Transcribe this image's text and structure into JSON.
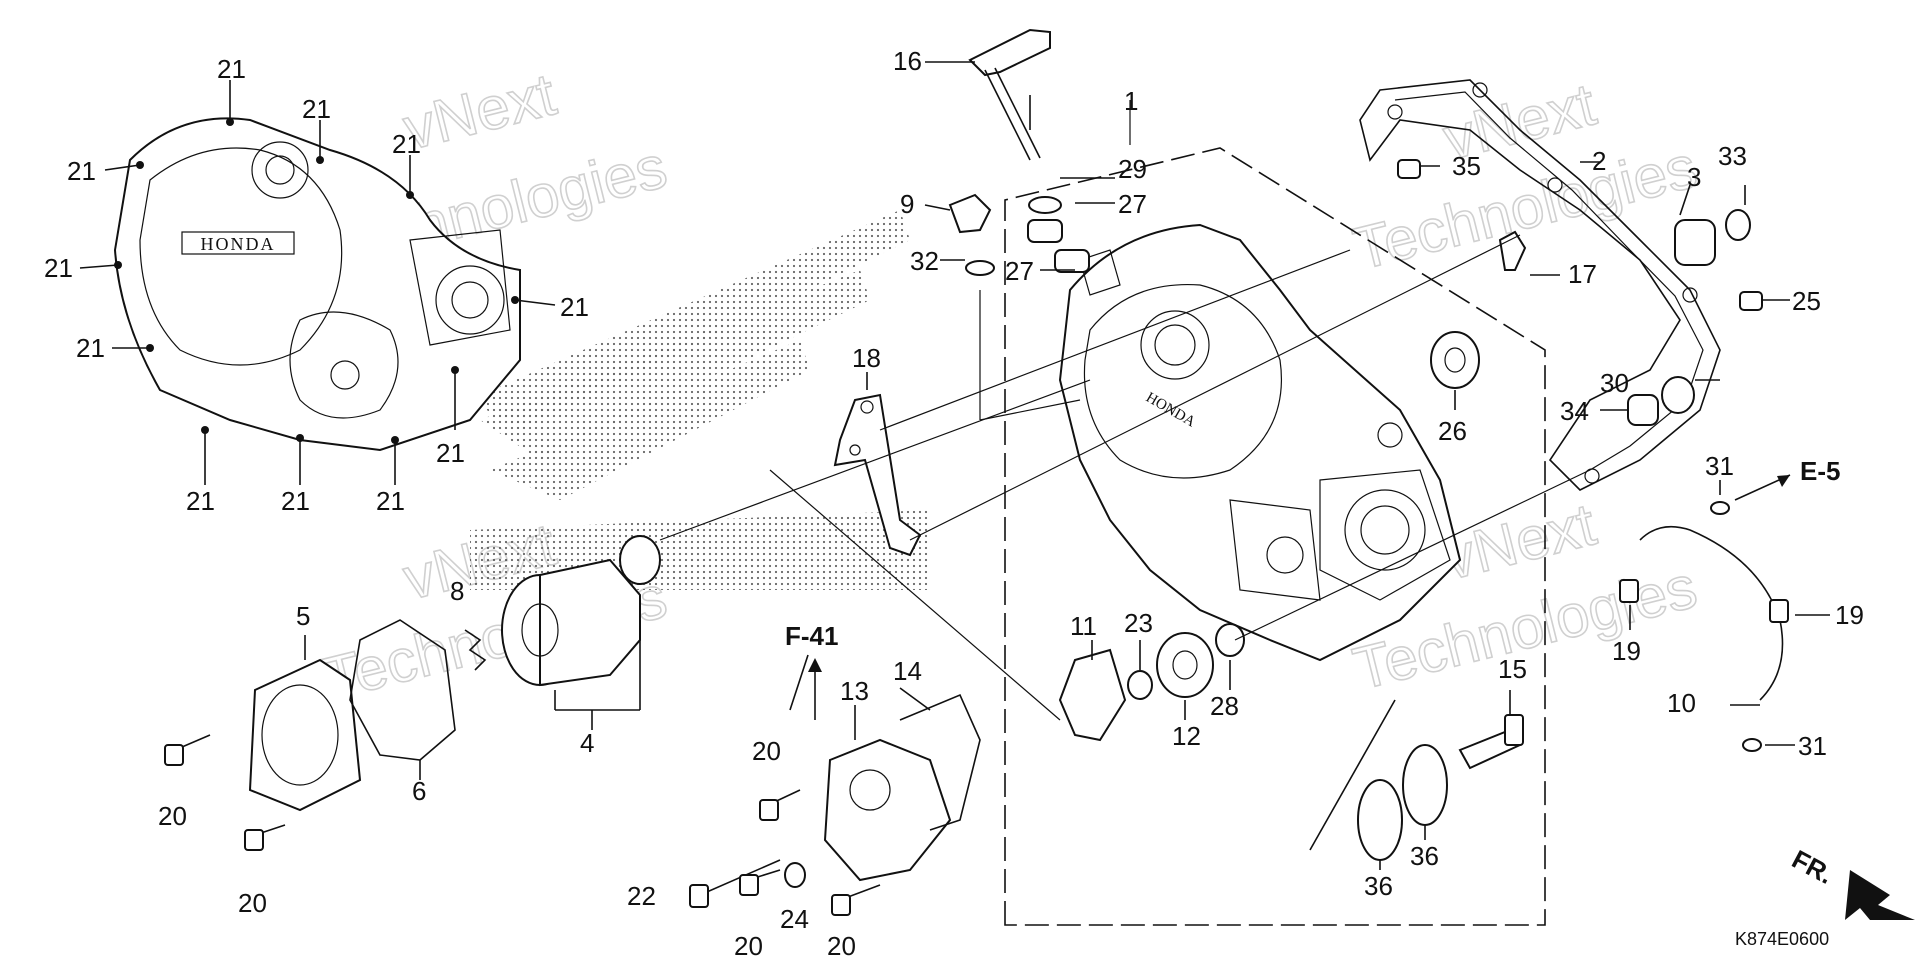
{
  "brand_text": "HONDA",
  "diagram_code": "K874E0600",
  "direction_marker": "FR.",
  "references": {
    "f41": "F-41",
    "e5": "E-5"
  },
  "watermark": {
    "line1": "vNext",
    "line2": "Technologies"
  },
  "callouts": {
    "p1": "1",
    "p2": "2",
    "p3": "3",
    "p4": "4",
    "p5": "5",
    "p6": "6",
    "p8": "8",
    "p9": "9",
    "p10": "10",
    "p11": "11",
    "p12": "12",
    "p13": "13",
    "p14": "14",
    "p15": "15",
    "p16": "16",
    "p17": "17",
    "p18": "18",
    "p19": "19",
    "p20": "20",
    "p21": "21",
    "p22": "22",
    "p23": "23",
    "p24": "24",
    "p25": "25",
    "p26": "26",
    "p27": "27",
    "p28": "28",
    "p29": "29",
    "p30": "30",
    "p31": "31",
    "p32": "32",
    "p33": "33",
    "p34": "34",
    "p35": "35",
    "p36": "36"
  },
  "colors": {
    "line": "#111111",
    "background": "#ffffff",
    "watermark_outline": "#c8c8c8"
  }
}
